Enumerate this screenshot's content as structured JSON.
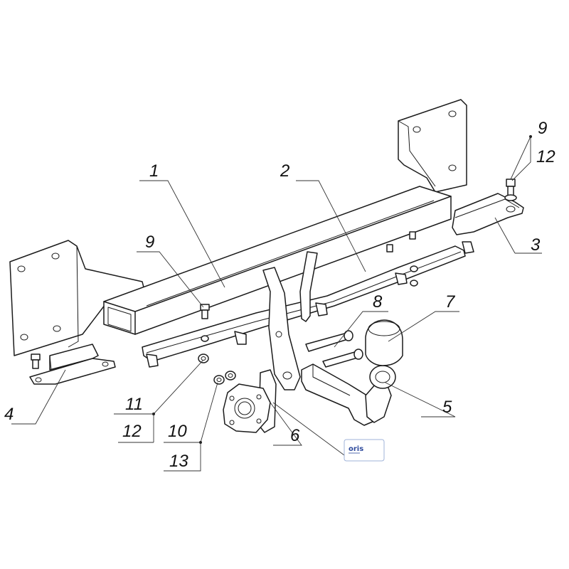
{
  "callouts": {
    "c1": "1",
    "c2": "2",
    "c3": "3",
    "c4": "4",
    "c5": "5",
    "c6": "6",
    "c7": "7",
    "c8": "8",
    "c9a": "9",
    "c9b": "9",
    "c10": "10",
    "c11": "11",
    "c12a": "12",
    "c12b": "12",
    "c13": "13"
  },
  "logo": {
    "text": "oris"
  }
}
